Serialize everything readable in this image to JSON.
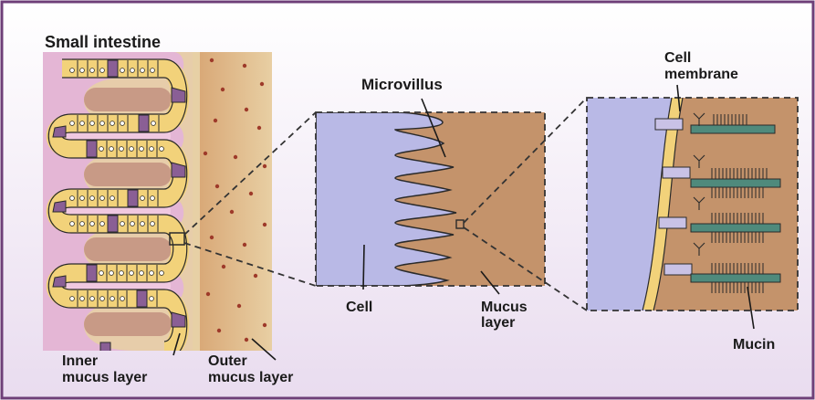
{
  "labels": {
    "title": "Small intestine",
    "microvillus": "Microvillus",
    "cell": "Cell",
    "mucus_layer_1": "Mucus",
    "mucus_layer_2": "layer",
    "cell_membrane_1": "Cell",
    "cell_membrane_2": "membrane",
    "mucin": "Mucin",
    "inner_mucus_1": "Inner",
    "inner_mucus_2": "mucus layer",
    "outer_mucus_1": "Outer",
    "outer_mucus_2": "mucus layer"
  },
  "colors": {
    "frame_border": "#6e3f78",
    "background_top": "#ffffff",
    "background_bottom": "#e9dcef",
    "lumen_pink": "#e4b6d5",
    "villus_core": "#c89a86",
    "epithelium_yellow": "#f2d27a",
    "goblet_purple": "#8a5f95",
    "inner_mucus": "#e7cfa5",
    "outer_mucus": "#d4a26f",
    "cell_blue": "#b9b9e6",
    "mucus_brown": "#c4936b",
    "membrane_yellow": "#f2d27a",
    "mucin_green": "#4f8a7c",
    "protein_lilac": "#c9c2e6",
    "dot_red": "#9e3a2a"
  }
}
